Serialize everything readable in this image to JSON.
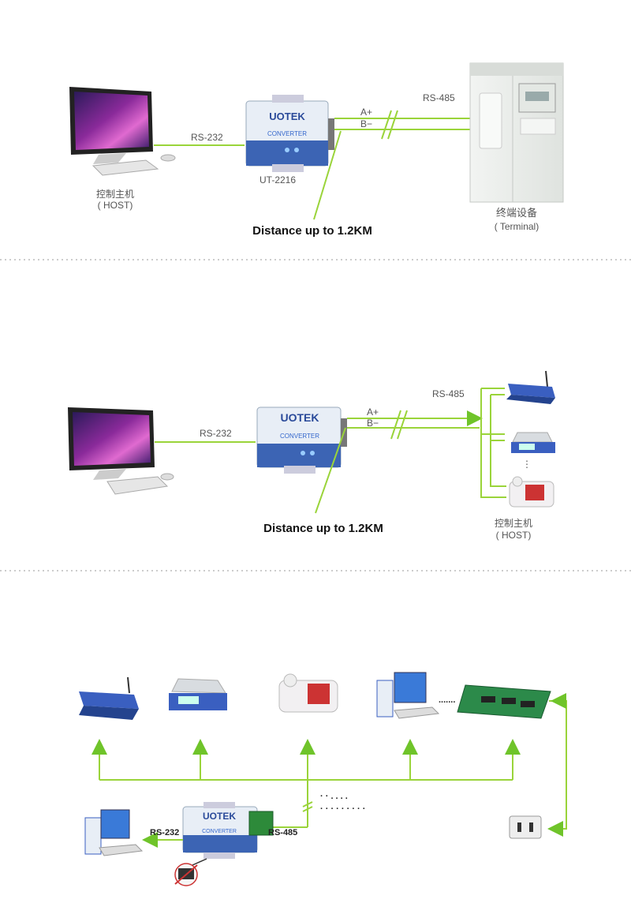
{
  "brand": "UOTEK",
  "converter_text": "CONVERTER",
  "colors": {
    "line": "#9ad43a",
    "arrow": "#6fc42a",
    "blue": "#2f5db5",
    "separator": "#bbbbbb"
  },
  "panel1": {
    "rs232": "RS-232",
    "a_plus": "A+",
    "b_minus": "B−",
    "rs485": "RS-485",
    "model": "UT-2216",
    "host_cn": "控制主机",
    "host_en": "( HOST)",
    "terminal_cn": "终端设备",
    "terminal_en": "( Terminal)",
    "distance": "Distance up to 1.2KM"
  },
  "panel2": {
    "rs232": "RS-232",
    "a_plus": "A+",
    "b_minus": "B−",
    "rs485": "RS-485",
    "distance": "Distance up to 1.2KM",
    "host_cn": "控制主机",
    "host_en": "( HOST)"
  },
  "panel3": {
    "rs232": "RS-232",
    "rs485": "RS-485",
    "dots_device": ".......",
    "dots_bus_1": "· · . . . .",
    "dots_bus_2": "· · · · · · · · ·"
  }
}
